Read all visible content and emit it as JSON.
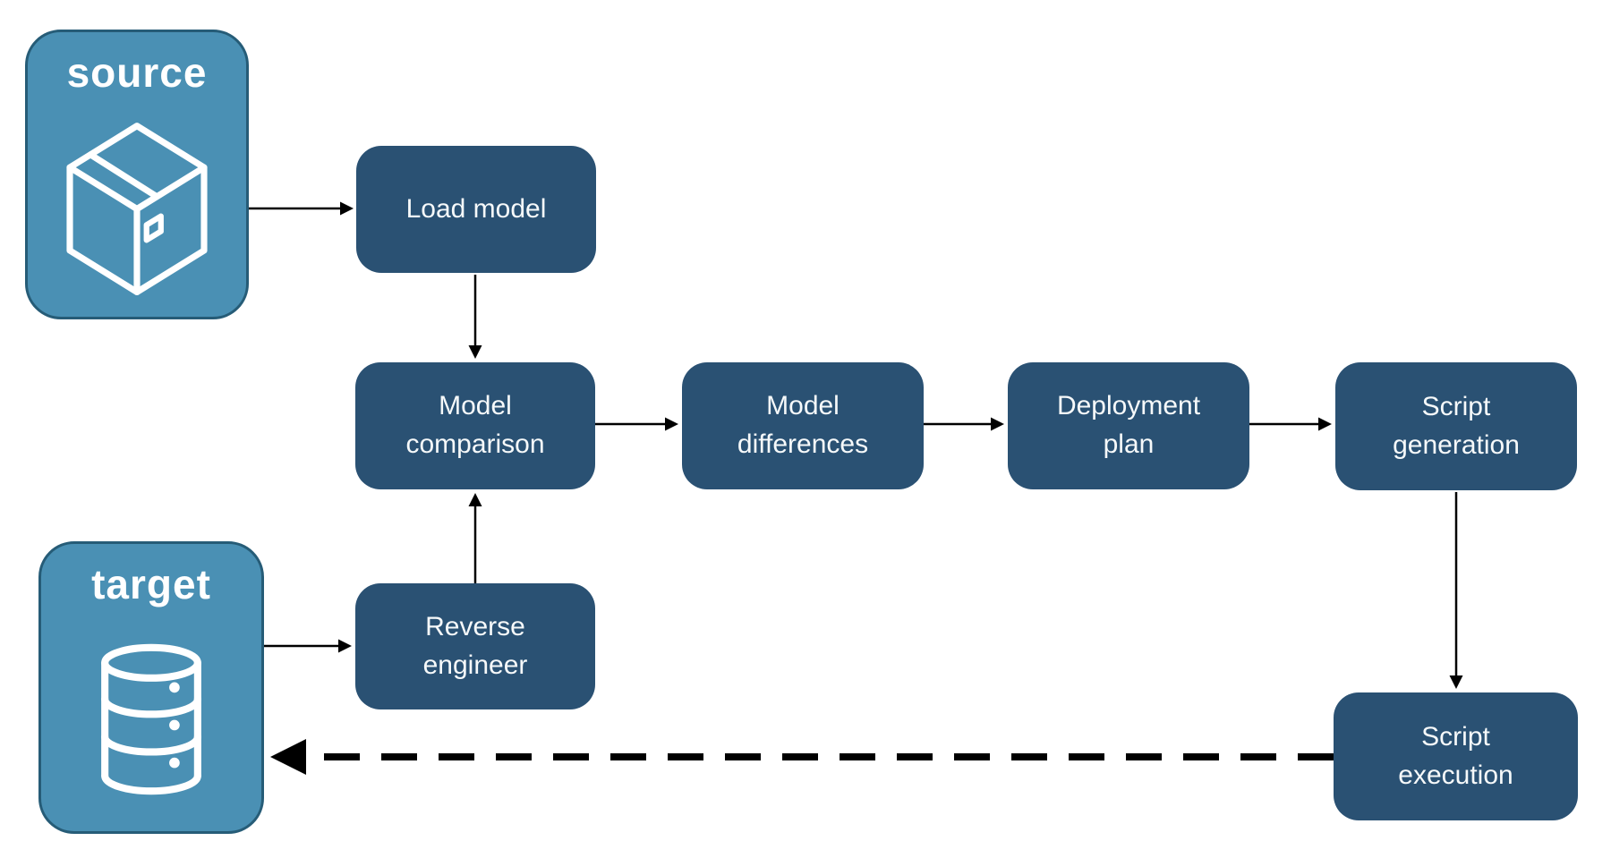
{
  "diagram": {
    "type": "flowchart",
    "colors": {
      "endpoint_fill": "#4a90b4",
      "endpoint_border": "#265c77",
      "process_fill": "#2a5173",
      "label_text": "#ffffff",
      "arrow": "#000000",
      "background": "#ffffff"
    },
    "nodes": {
      "source": {
        "label": "source",
        "icon": "package-icon",
        "kind": "endpoint"
      },
      "target": {
        "label": "target",
        "icon": "database-icon",
        "kind": "endpoint"
      },
      "load_model": {
        "label": "Load model",
        "kind": "process"
      },
      "model_comparison": {
        "label": "Model\ncomparison",
        "kind": "process"
      },
      "model_differences": {
        "label": "Model\ndifferences",
        "kind": "process"
      },
      "deployment_plan": {
        "label": "Deployment\nplan",
        "kind": "process"
      },
      "script_generation": {
        "label": "Script\ngeneration",
        "kind": "process"
      },
      "reverse_engineer": {
        "label": "Reverse\nengineer",
        "kind": "process"
      },
      "script_execution": {
        "label": "Script\nexecution",
        "kind": "process"
      }
    },
    "edges": [
      {
        "from": "source",
        "to": "load_model",
        "style": "solid"
      },
      {
        "from": "load_model",
        "to": "model_comparison",
        "style": "solid"
      },
      {
        "from": "target",
        "to": "reverse_engineer",
        "style": "solid"
      },
      {
        "from": "reverse_engineer",
        "to": "model_comparison",
        "style": "solid"
      },
      {
        "from": "model_comparison",
        "to": "model_differences",
        "style": "solid"
      },
      {
        "from": "model_differences",
        "to": "deployment_plan",
        "style": "solid"
      },
      {
        "from": "deployment_plan",
        "to": "script_generation",
        "style": "solid"
      },
      {
        "from": "script_generation",
        "to": "script_execution",
        "style": "solid"
      },
      {
        "from": "script_execution",
        "to": "target",
        "style": "dashed"
      }
    ]
  }
}
